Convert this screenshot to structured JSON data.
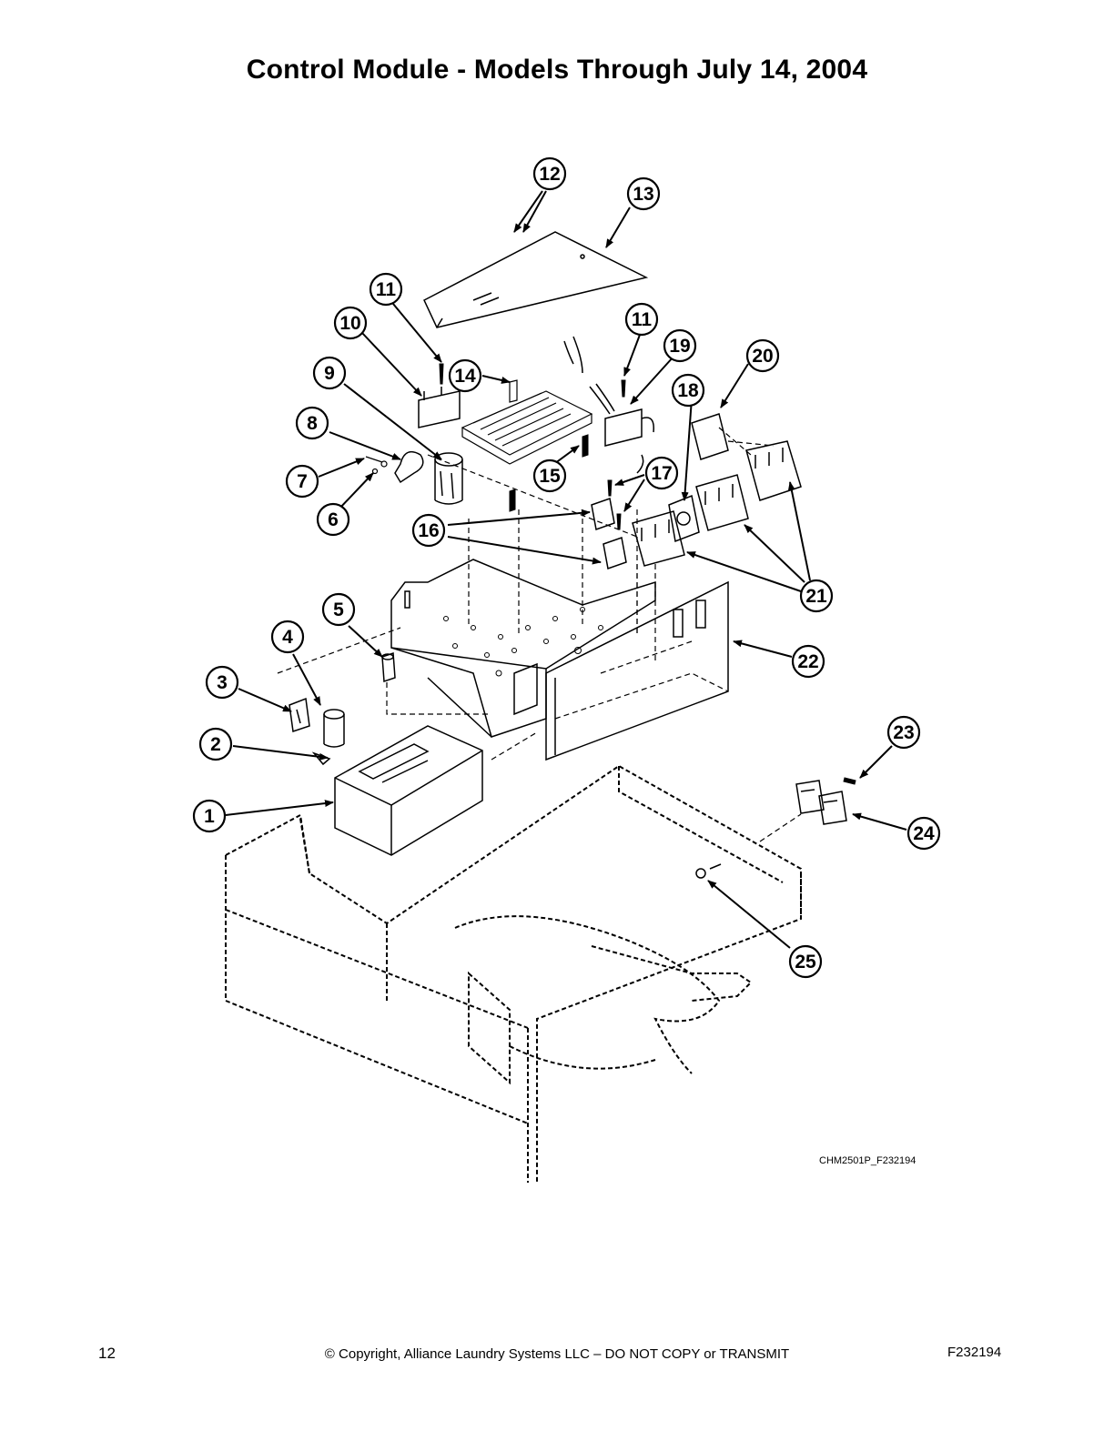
{
  "title": "Control Module - Models Through July 14, 2004",
  "figure_ref": "CHM2501P_F232194",
  "callouts": [
    "1",
    "2",
    "3",
    "4",
    "5",
    "6",
    "7",
    "8",
    "9",
    "10",
    "11",
    "12",
    "13",
    "14",
    "15",
    "16",
    "17",
    "18",
    "19",
    "20",
    "21",
    "22",
    "23",
    "24",
    "25"
  ],
  "footer": {
    "page_number": "12",
    "copyright": "© Copyright, Alliance Laundry Systems LLC – DO NOT COPY or TRANSMIT",
    "doc_code": "F232194"
  }
}
